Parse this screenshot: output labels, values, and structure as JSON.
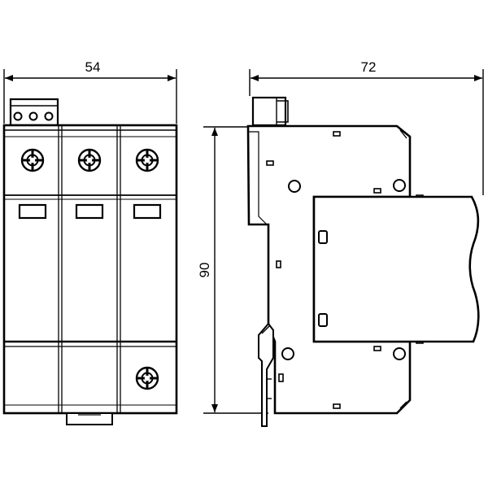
{
  "dimensions": {
    "width": "54",
    "depth": "72",
    "height": "90"
  },
  "colors": {
    "line": "#000000",
    "background": "#ffffff"
  },
  "icons": {
    "terminal_screw": "screw-terminal-icon"
  }
}
